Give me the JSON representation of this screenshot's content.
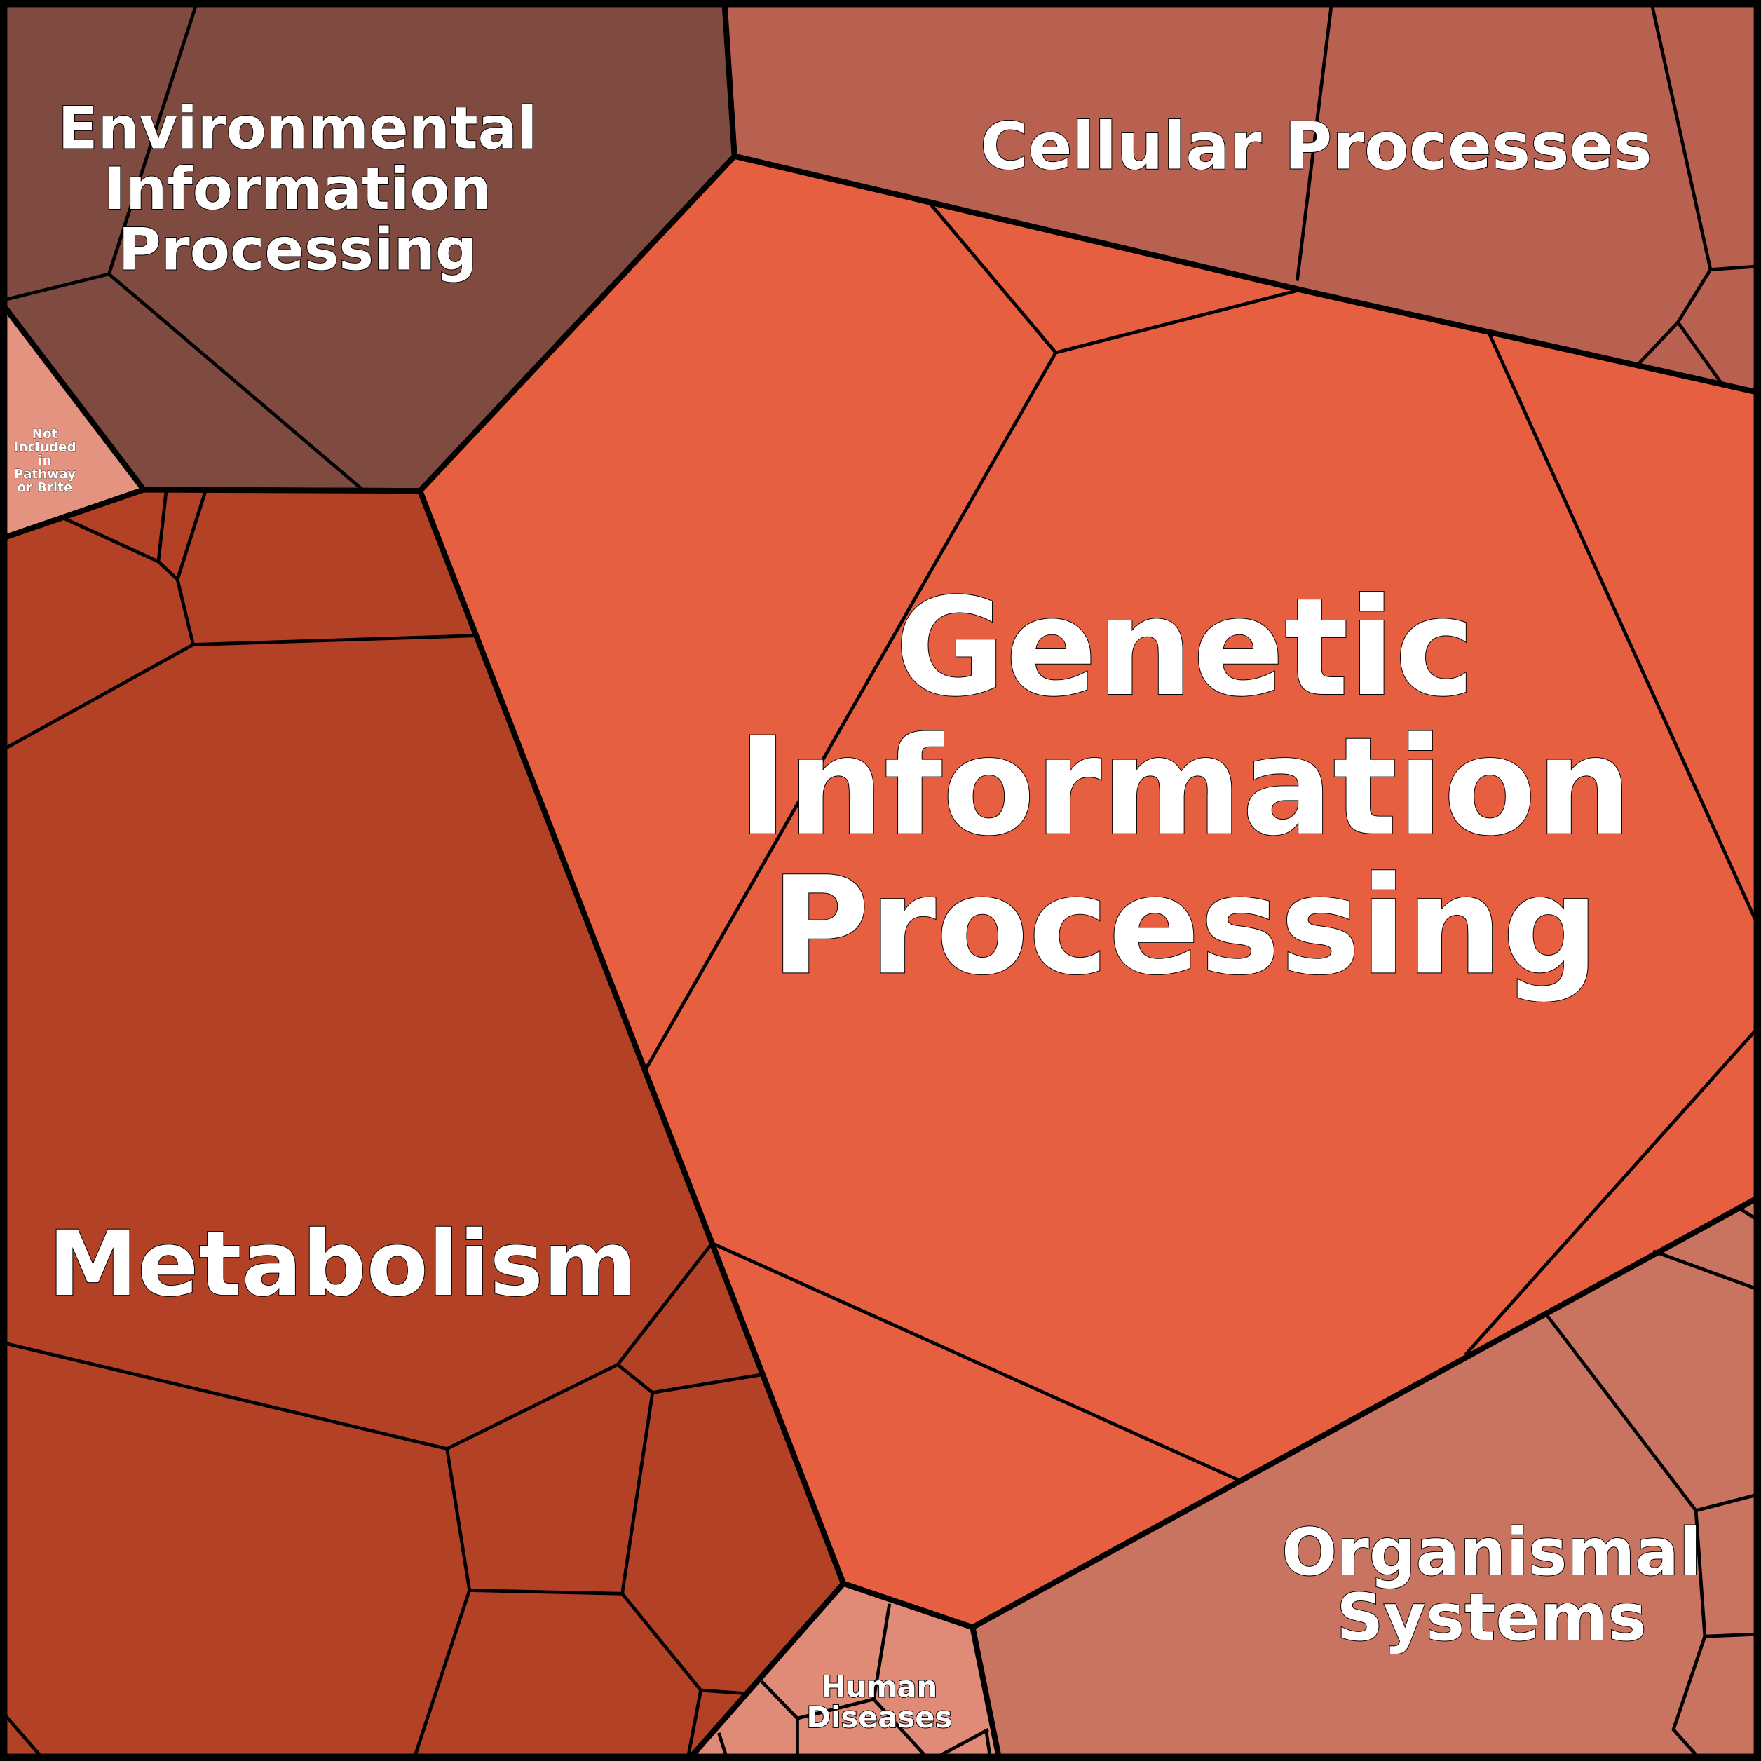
{
  "title": "KEGG functional category Voronoi treemap",
  "categories": [
    {
      "key": "environmental",
      "lines": [
        "Environmental",
        "Information",
        "Processing"
      ],
      "color": "#7f4a3f"
    },
    {
      "key": "cellular",
      "lines": [
        "Cellular Processes"
      ],
      "color": "#b96150"
    },
    {
      "key": "genetic",
      "lines": [
        "Genetic",
        "Information",
        "Processing"
      ],
      "color": "#e55f40"
    },
    {
      "key": "metabolism",
      "lines": [
        "Metabolism"
      ],
      "color": "#b34126"
    },
    {
      "key": "organismal",
      "lines": [
        "Organismal",
        "Systems"
      ],
      "color": "#c97460"
    },
    {
      "key": "human",
      "lines": [
        "Human",
        "Diseases"
      ],
      "color": "#e08b77"
    },
    {
      "key": "not_included",
      "lines": [
        "Not",
        "Included",
        "in",
        "Pathway",
        "or Brite"
      ],
      "color": "#e39380"
    }
  ]
}
